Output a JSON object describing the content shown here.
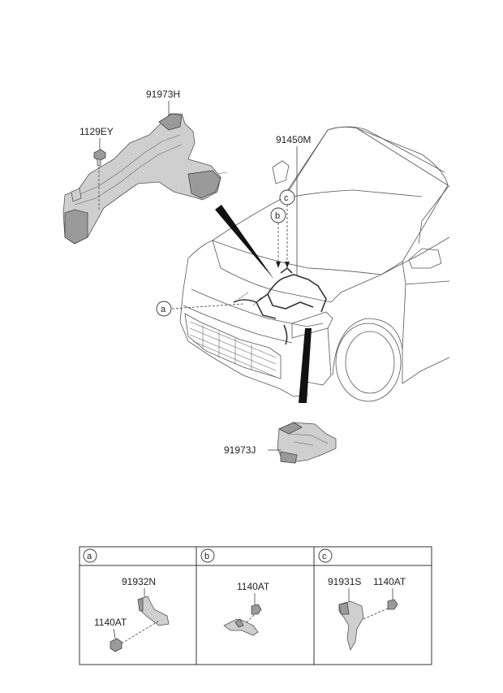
{
  "diagram": {
    "parts": {
      "part_91973H": "91973H",
      "part_1129EY": "1129EY",
      "part_91450M": "91450M",
      "part_91973J": "91973J"
    },
    "callouts": {
      "a": "a",
      "b": "b",
      "c": "c"
    },
    "detail_table": {
      "headers": [
        "a",
        "b",
        "c"
      ],
      "cell_a": {
        "part1": "91932N",
        "part2": "1140AT"
      },
      "cell_b": {
        "part1": "1140AT"
      },
      "cell_c": {
        "part1": "91931S",
        "part2": "1140AT"
      }
    }
  }
}
